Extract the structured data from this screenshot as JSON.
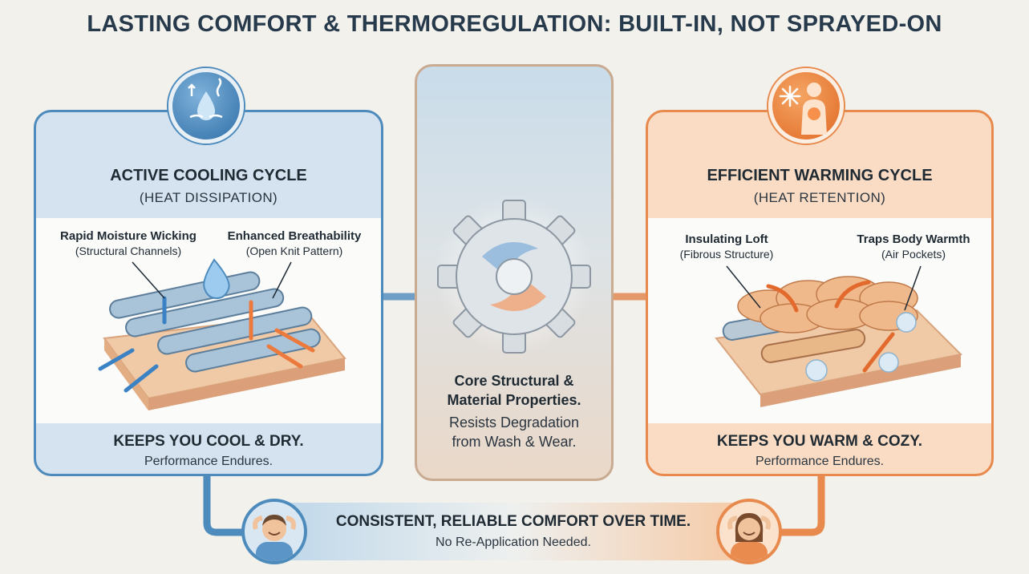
{
  "title": "LASTING COMFORT & THERMOREGULATION: BUILT-IN, NOT SPRAYED-ON",
  "cooling": {
    "heading": "ACTIVE COOLING CYCLE",
    "subheading": "(HEAT DISSIPATION)",
    "label_left_title": "Rapid Moisture Wicking",
    "label_left_sub": "(Structural Channels)",
    "label_right_title": "Enhanced Breathability",
    "label_right_sub": "(Open Knit Pattern)",
    "footer_title": "KEEPS YOU COOL & DRY.",
    "footer_sub": "Performance Endures.",
    "color": "#4e8bbd"
  },
  "warming": {
    "heading": "EFFICIENT WARMING CYCLE",
    "subheading": "(HEAT RETENTION)",
    "label_left_title": "Insulating Loft",
    "label_left_sub": "(Fibrous Structure)",
    "label_right_title": "Traps Body Warmth",
    "label_right_sub": "(Air Pockets)",
    "footer_title": "KEEPS YOU WARM & COZY.",
    "footer_sub": "Performance Endures.",
    "color": "#e88a4d"
  },
  "core": {
    "title_line1": "Core Structural &",
    "title_line2": "Material Properties.",
    "sub_line1": "Resists Degradation",
    "sub_line2": "from Wash & Wear."
  },
  "bottom": {
    "title": "CONSISTENT, RELIABLE COMFORT OVER TIME.",
    "sub": "No Re-Application Needed."
  },
  "icons": {
    "cooling_badge": "water-drop-icon",
    "warming_badge": "body-heat-icon",
    "core": "gear-icon"
  }
}
